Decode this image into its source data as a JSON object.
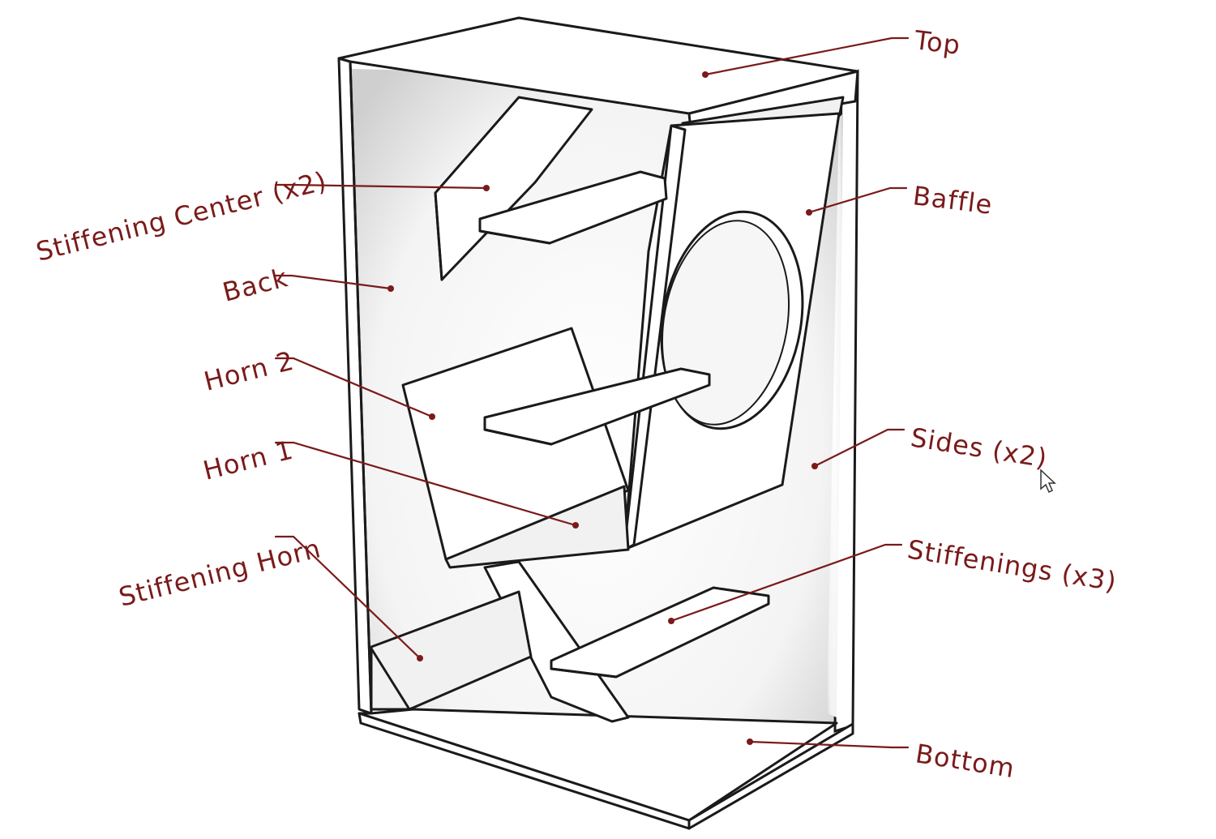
{
  "diagram": {
    "labels": {
      "top": "Top",
      "baffle": "Baffle",
      "stiffening_center": "Stiffening Center (x2)",
      "back": "Back",
      "horn2": "Horn 2",
      "horn1": "Horn 1",
      "sides": "Sides (x2)",
      "stiffening_horn": "Stiffening Horn",
      "stiffenings": "Stiffenings (x3)",
      "bottom": "Bottom"
    },
    "colors": {
      "label": "#7a1a1a",
      "outline": "#1a1a1a",
      "background": "#ffffff"
    }
  }
}
